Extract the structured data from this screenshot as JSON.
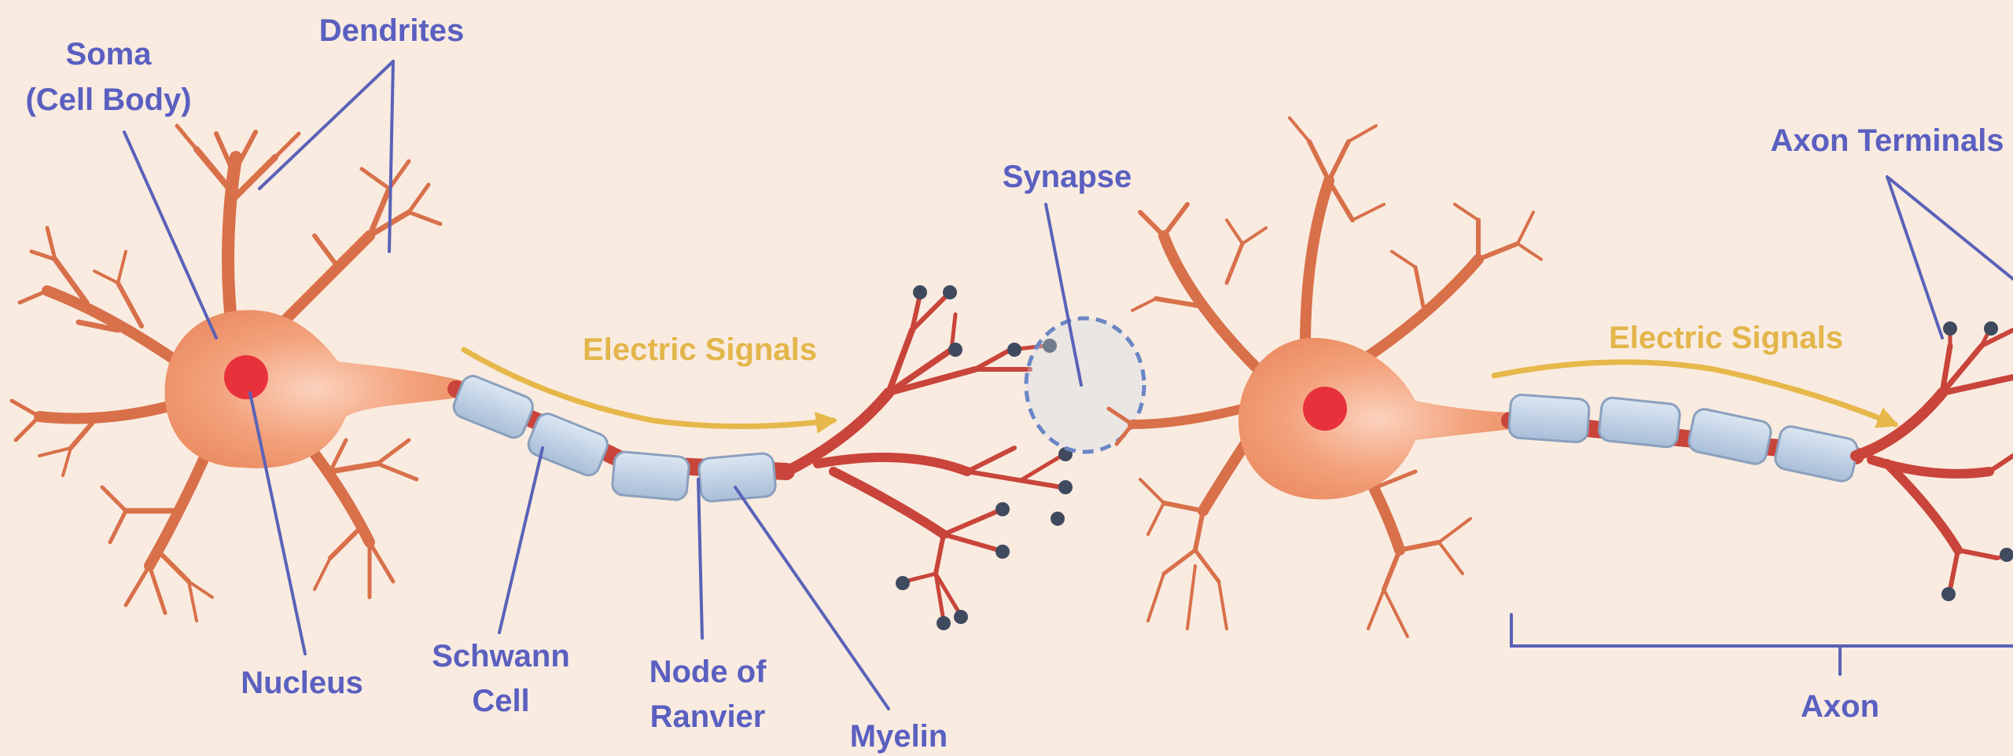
{
  "labels": {
    "soma_line1": "Soma",
    "soma_line2": "(Cell Body)",
    "dendrites": "Dendrites",
    "nucleus": "Nucleus",
    "schwann_line1": "Schwann",
    "schwann_line2": "Cell",
    "node_line1": "Node of",
    "node_line2": "Ranvier",
    "myelin": "Myelin",
    "synapse": "Synapse",
    "axon_terminals": "Axon Terminals",
    "axon": "Axon",
    "electric_signals_1": "Electric Signals",
    "electric_signals_2": "Electric Signals"
  },
  "colors": {
    "background": "#f9ebe0",
    "label_blue": "#5a5fc0",
    "leader_line": "#5a62b8",
    "soma": "#f3a27c",
    "dendrite": "#d8704a",
    "nucleus": "#e8323b",
    "axon_red": "#c9443a",
    "myelin_fill": "#c3d3e6",
    "myelin_stroke": "#8aa0bd",
    "terminal_knob": "#3f4a5e",
    "signal_arrow": "#e6b84a"
  }
}
